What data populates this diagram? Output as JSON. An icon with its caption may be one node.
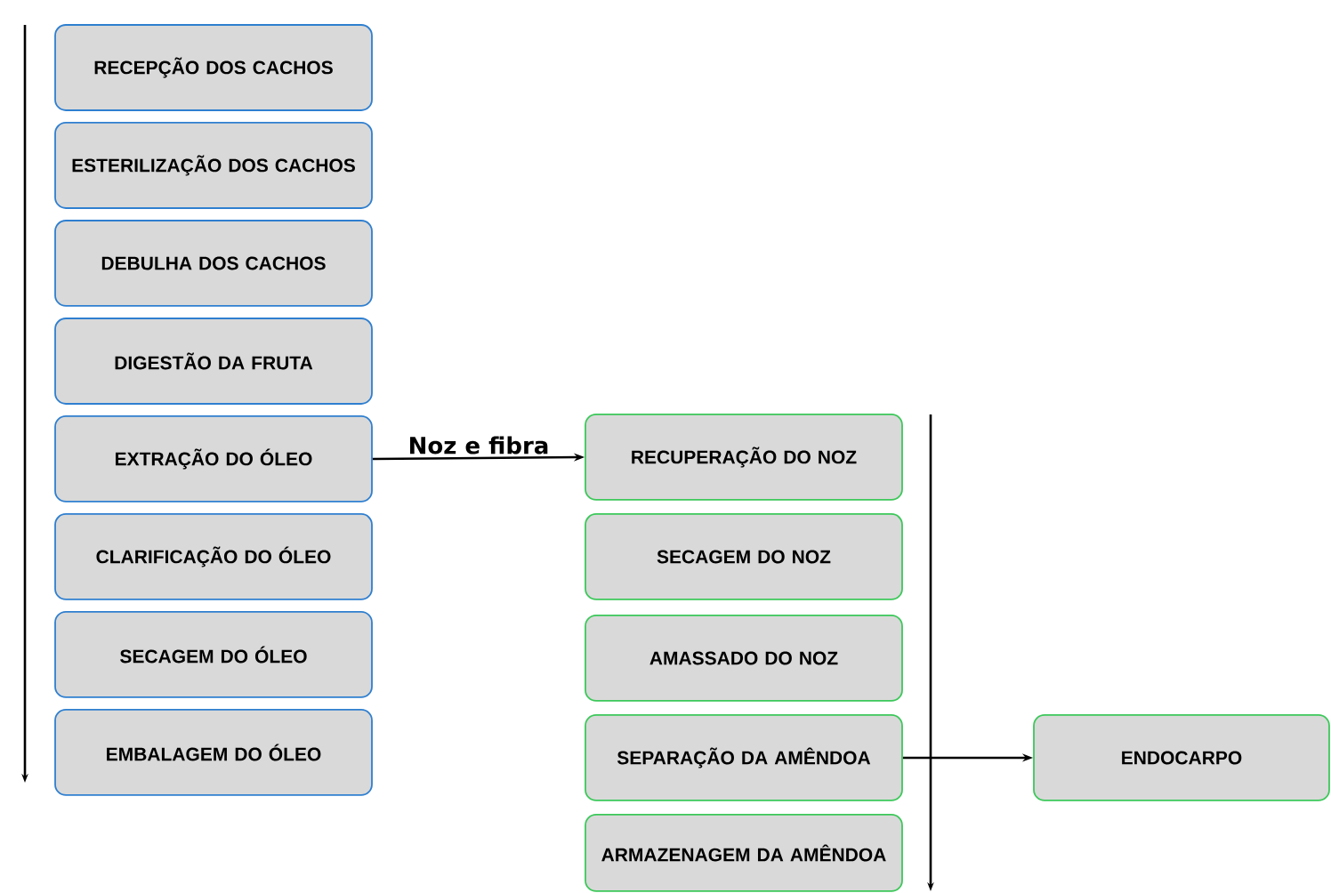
{
  "diagram": {
    "nodes": [
      {
        "text": [
          "RECEPÇÃO DOS CACHOS"
        ]
      },
      {
        "text": [
          "ESTERILIZAÇÃO DOS CACHOS"
        ]
      },
      {
        "text": [
          "DEBULHA DOS CACHOS"
        ]
      },
      {
        "text": [
          "DIGESTÃO DA FRUTA"
        ]
      },
      {
        "text": [
          "EXTRAÇÃO DO ÓLEO"
        ]
      },
      {
        "text": [
          "CLARIFICAÇÃO DO ÓLEO"
        ]
      },
      {
        "text": [
          "SECAGEM DO ÓLEO"
        ]
      },
      {
        "text": [
          "EMBALAGEM DO ÓLEO"
        ]
      },
      {
        "text": [
          "RECUPERAÇÃO DO NOZ"
        ]
      },
      {
        "text": [
          "SECAGEM DO NOZ"
        ]
      },
      {
        "text": [
          "AMASSADO DO NOZ"
        ]
      },
      {
        "text": [
          "SEPARAÇÃO DA AMÊNDOA"
        ]
      },
      {
        "text": [
          "ARMAZENAGEM DA AMÊNDOA"
        ]
      },
      {
        "text": [
          "ENDOCARPO"
        ]
      }
    ],
    "edges": [
      {
        "from": 4,
        "to": 8,
        "arrow": "to",
        "label": "Noz e fibra"
      },
      {
        "from": 11,
        "to": 13,
        "arrow": "to"
      }
    ]
  }
}
